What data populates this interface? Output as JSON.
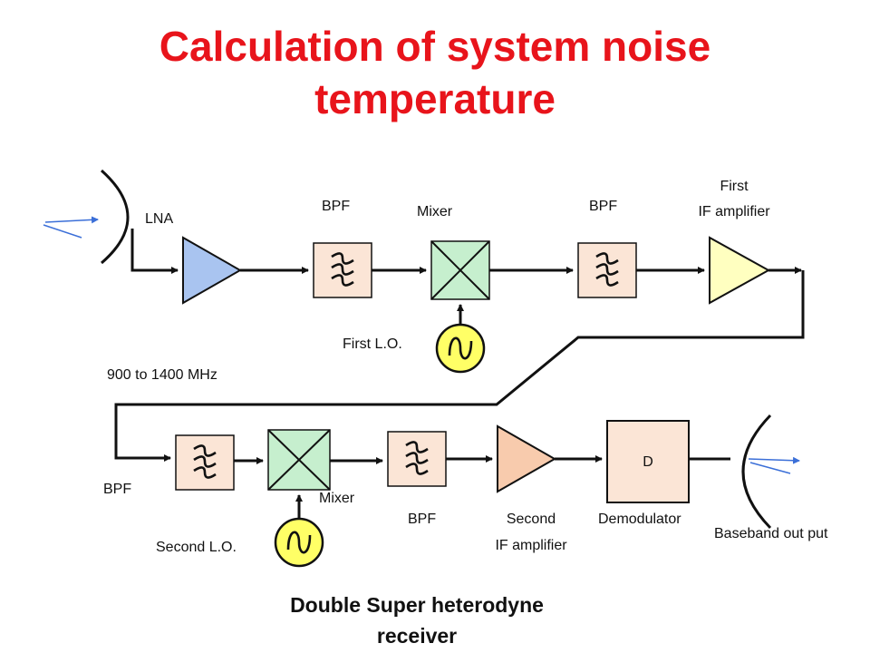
{
  "title": {
    "line1": "Calculation of system noise",
    "line2": "temperature"
  },
  "labels": {
    "lna": "LNA",
    "bpf_1": "BPF",
    "mixer_1": "Mixer",
    "bpf_2": "BPF",
    "first_if_line1": "First",
    "first_if_line2": "IF amplifier",
    "first_lo": "First  L.O.",
    "freq_range": "900 to 1400 MHz",
    "bpf_3": "BPF",
    "mixer_2": "Mixer",
    "bpf_4": "BPF",
    "second_if_line1": "Second",
    "second_if_line2": "IF amplifier",
    "demodulator": "Demodulator",
    "demod_letter": "D",
    "baseband": "Baseband out put",
    "second_lo": "Second  L.O."
  },
  "caption": {
    "line1": "Double Super heterodyne",
    "line2": "receiver"
  },
  "colors": {
    "title": "#e8141b",
    "lna": "#a9c4f0",
    "filter": "#fbe5d6",
    "mixer": "#c6efce",
    "oscillator": "#ffff66",
    "if_amp_1": "#ffffc0",
    "if_amp_2": "#f8cbad",
    "demodulator": "#fbe5d6",
    "arrow": "#3b6fd8"
  }
}
